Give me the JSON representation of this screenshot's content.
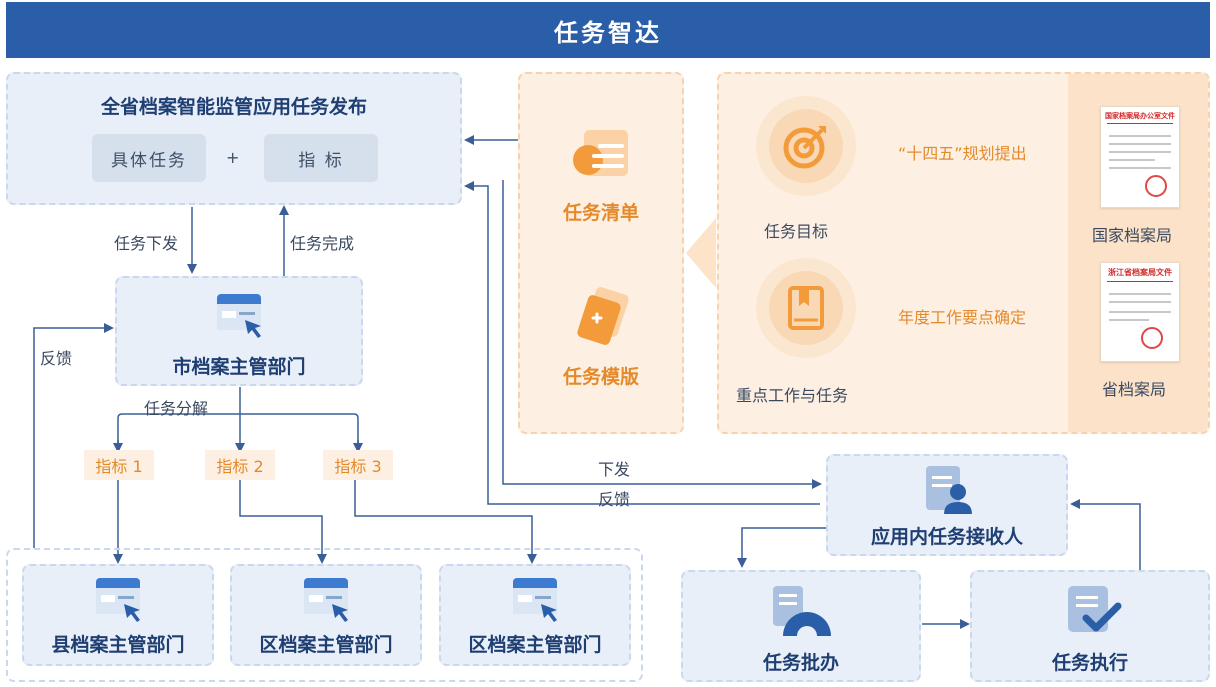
{
  "header": {
    "title": "任务智达"
  },
  "publish": {
    "title": "全省档案智能监管应用任务发布",
    "task_pill": "具体任务",
    "plus": "+",
    "index_pill": "指 标"
  },
  "flow": {
    "task_down": "任务下发",
    "task_done": "任务完成",
    "feedback": "反馈",
    "decompose": "任务分解",
    "issue": "下发",
    "app_feedback": "反馈"
  },
  "city": {
    "title": "市档案主管部门"
  },
  "indicators": [
    "指标 1",
    "指标 2",
    "指标 3"
  ],
  "departments": [
    "县档案主管部门",
    "区档案主管部门",
    "区档案主管部门"
  ],
  "templates": {
    "list": "任务清单",
    "template": "任务模版"
  },
  "sources": {
    "goal_label": "任务目标",
    "goal_arrow": "“十四五”规划提出",
    "national": "国家档案局",
    "key_label": "重点工作与任务",
    "key_arrow": "年度工作要点确定",
    "provincial": "省档案局",
    "national_doc_title": "国家档案局办公室文件",
    "provincial_doc_title": "浙江省档案局文件"
  },
  "app": {
    "receive": "应用内任务接收人",
    "approve": "任务批办",
    "execute": "任务执行"
  },
  "colors": {
    "header": "#2a5ea8",
    "accent_orange": "#f39b3a",
    "line_blue": "#3a5f96"
  }
}
